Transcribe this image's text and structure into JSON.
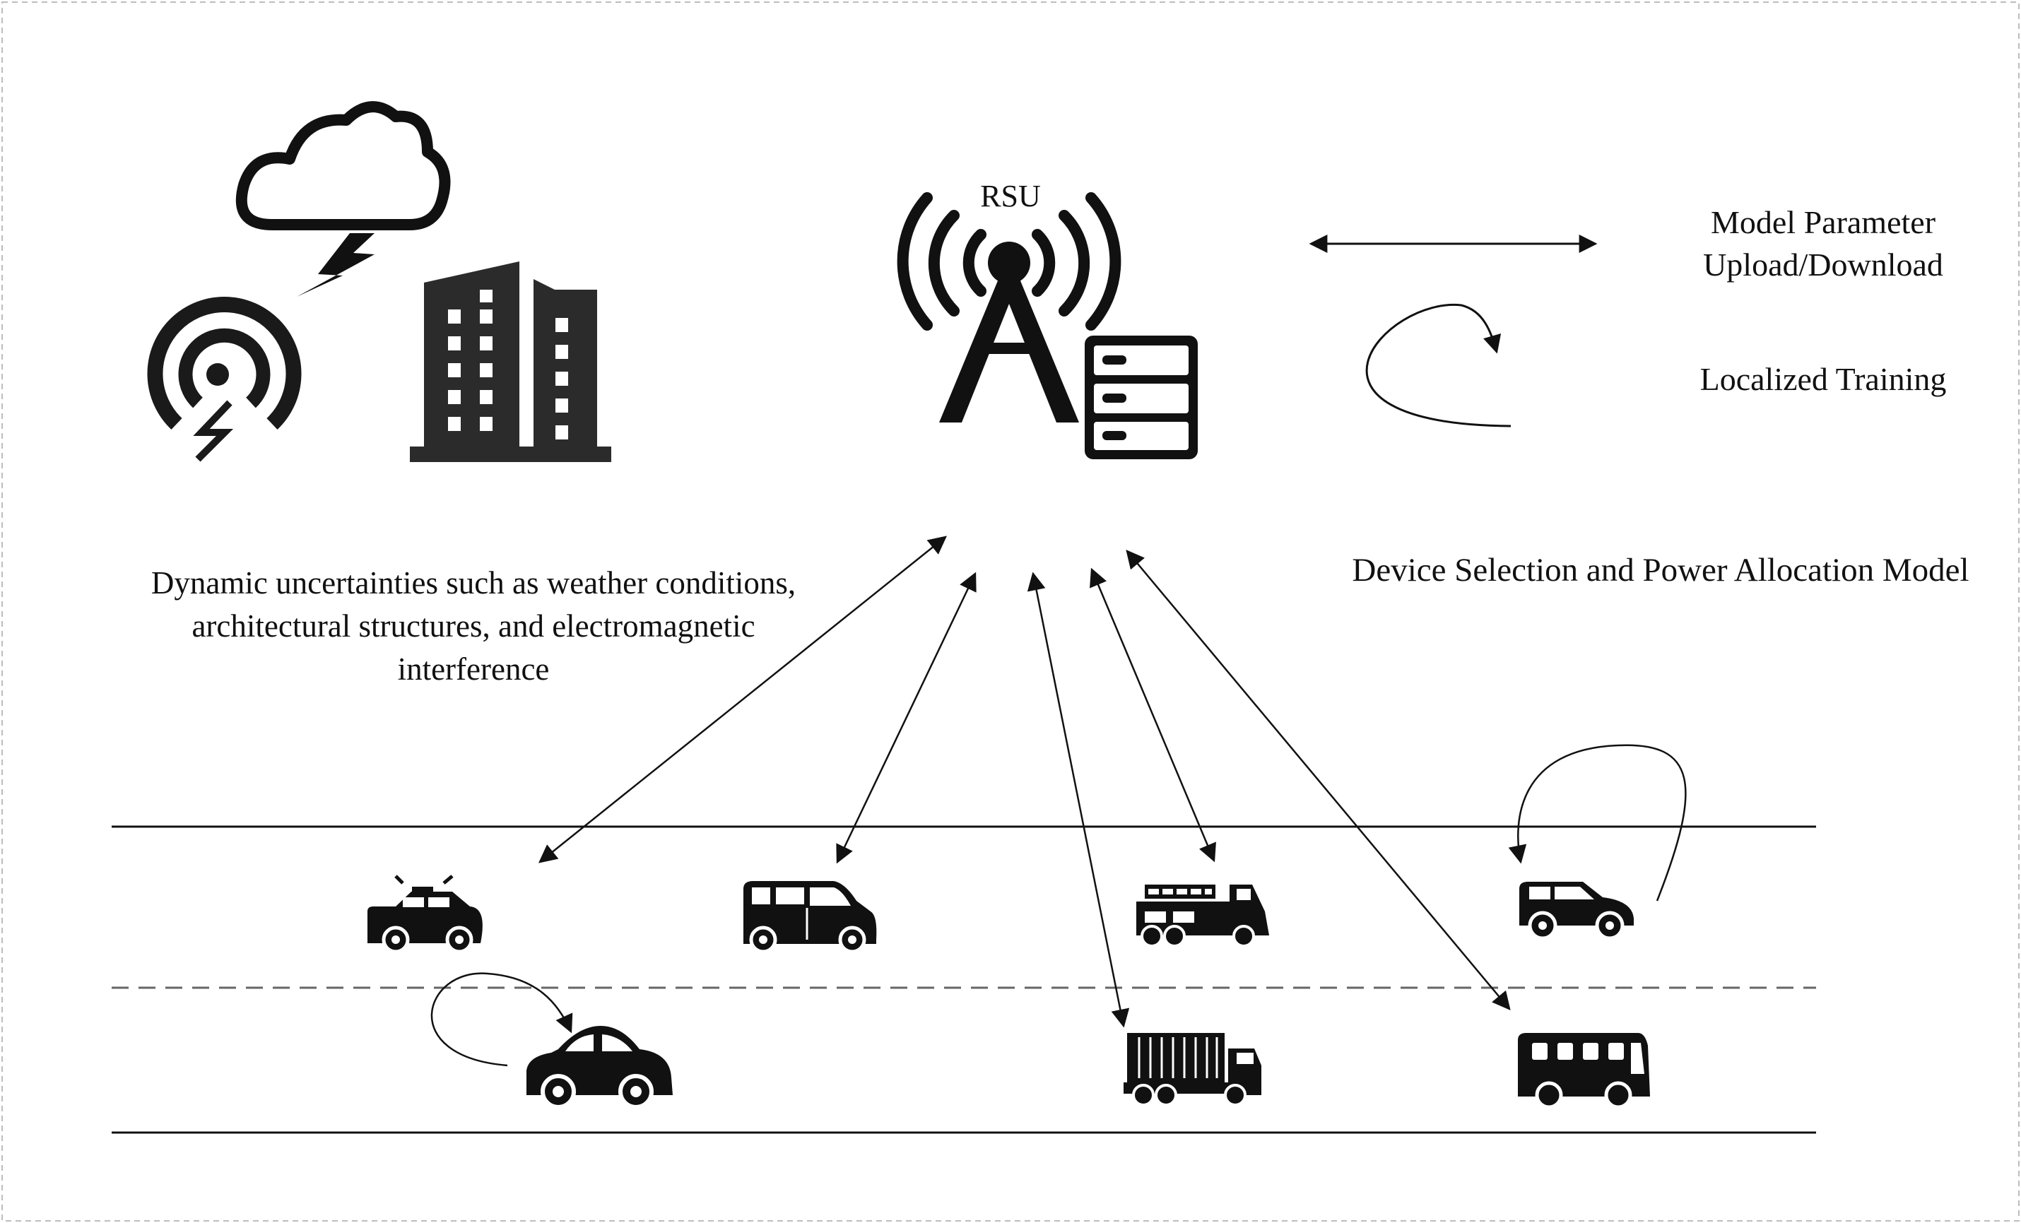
{
  "rsu_label": "RSU",
  "legend": {
    "arrow_label_line1": "Model Parameter",
    "arrow_label_line2": "Upload/Download",
    "loop_label": "Localized Training"
  },
  "model_label": "Device Selection and Power Allocation Model",
  "uncertainty_label": "Dynamic uncertainties such as weather conditions, architectural structures, and electromagnetic interference",
  "icons": {
    "top_left": [
      "cloud-lightning-icon",
      "signal-interference-icon",
      "buildings-icon"
    ],
    "center": [
      "radio-tower-icon",
      "server-rack-icon"
    ],
    "vehicles": [
      "police-car-icon",
      "minivan-icon",
      "fire-truck-icon",
      "suv-icon",
      "compact-car-icon",
      "cargo-truck-icon",
      "bus-icon"
    ]
  }
}
